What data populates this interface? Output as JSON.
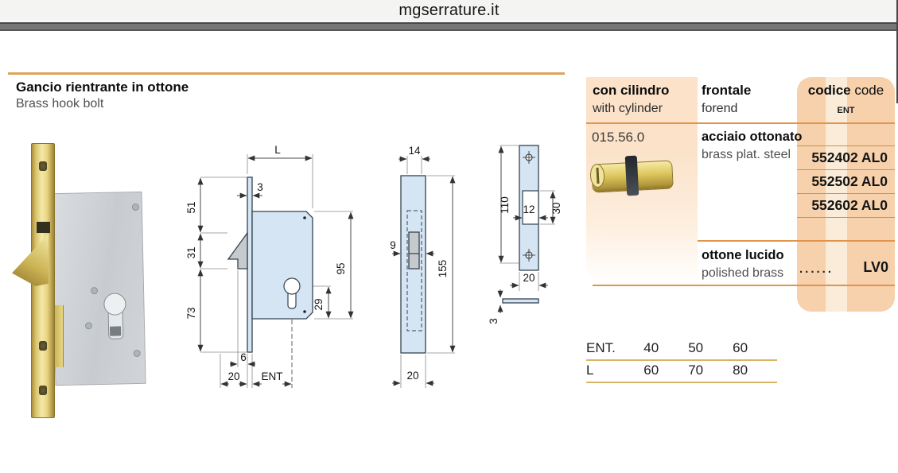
{
  "header": {
    "site": "mgserrature.it"
  },
  "product": {
    "title_it": "Gancio rientrante in ottone",
    "title_en": "Brass hook bolt"
  },
  "drawings": {
    "side": {
      "l": "L",
      "t": "3",
      "a": "51",
      "b": "31",
      "c": "73",
      "h": "95",
      "e": "29",
      "s": "6",
      "w": "20",
      "ent": "ENT"
    },
    "face": {
      "w_top": "14",
      "slot": "9",
      "h": "155",
      "w_bot": "20"
    },
    "strike": {
      "h": "110",
      "cut_w": "12",
      "cut_h": "30",
      "w": "20",
      "t": "3"
    }
  },
  "spec_table": {
    "header": {
      "col1": {
        "title": "con cilindro",
        "sub": "with cylinder"
      },
      "col2": {
        "title": "frontale",
        "sub": "forend"
      },
      "col3": {
        "bold": "codice",
        "rest": " code",
        "sub": "ENT"
      }
    },
    "cylinder_ref": "015.56.0",
    "finish1": {
      "it": "acciaio ottonato",
      "en": "brass plat. steel"
    },
    "codes": [
      "552402 AL0",
      "552502 AL0",
      "552602 AL0"
    ],
    "finish2": {
      "it": "ottone lucido",
      "en": "polished brass",
      "dots": "......",
      "code": "LV0"
    }
  },
  "size_table": {
    "rows": [
      {
        "label": "ENT.",
        "c1": "40",
        "c2": "50",
        "c3": "60"
      },
      {
        "label": "L",
        "c1": "60",
        "c2": "70",
        "c3": "80"
      }
    ]
  },
  "colors": {
    "accent_orange": "#e0954a",
    "tan_rule": "#dba45c",
    "tan_table_line": "#d9b468",
    "peach_dark": "#f6d1ac",
    "peach_light": "#fbe2c9",
    "drawing_blue": "#d5e5f4",
    "brass": "#e7d684",
    "gray_bar": "#767676"
  }
}
